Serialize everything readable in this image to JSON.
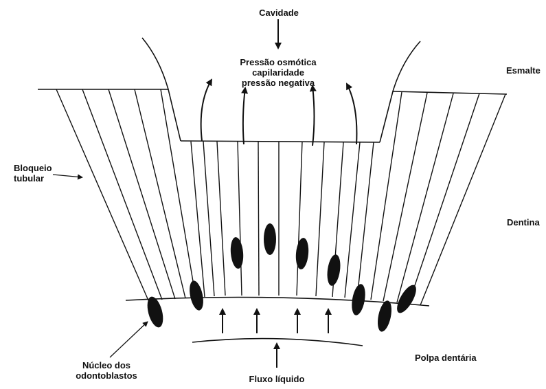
{
  "labels": {
    "cavity": "Cavidade",
    "forces_line1": "Pressão osmótica",
    "forces_line2": "capilaridade",
    "forces_line3": "pressão negativa",
    "enamel": "Esmalte",
    "tubular_block_line1": "Bloqueio",
    "tubular_block_line2": "tubular",
    "dentin": "Dentina",
    "pulp": "Polpa dentária",
    "nucleus_line1": "Núcleo dos",
    "nucleus_line2": "odontoblastos",
    "fluid_flow": "Fluxo líquido"
  },
  "colors": {
    "ink": "#111111",
    "background": "#ffffff"
  }
}
